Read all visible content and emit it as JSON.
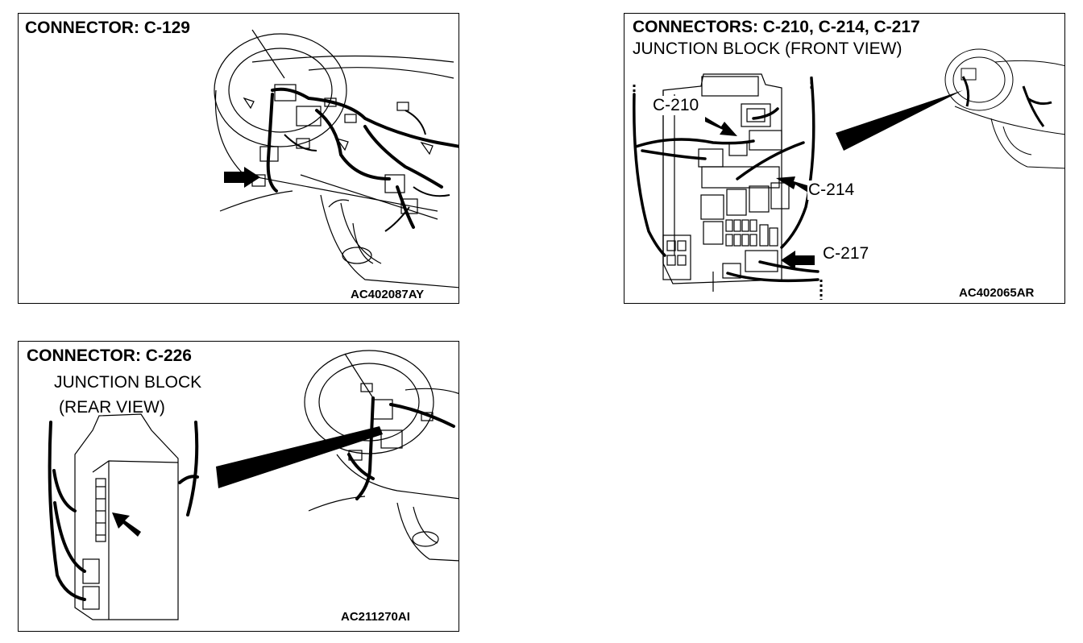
{
  "panels": {
    "c129": {
      "title": "CONNECTOR: C-129",
      "code": "AC402087AY"
    },
    "front": {
      "title": "CONNECTORS: C-210, C-214, C-217",
      "subtitle": "JUNCTION BLOCK (FRONT VIEW)",
      "labels": {
        "c210": "C-210",
        "c214": "C-214",
        "c217": "C-217"
      },
      "code": "AC402065AR"
    },
    "c226": {
      "title": "CONNECTOR: C-226",
      "subtitle_1": "JUNCTION BLOCK",
      "subtitle_2": "(REAR VIEW)",
      "code": "AC211270AI"
    }
  }
}
